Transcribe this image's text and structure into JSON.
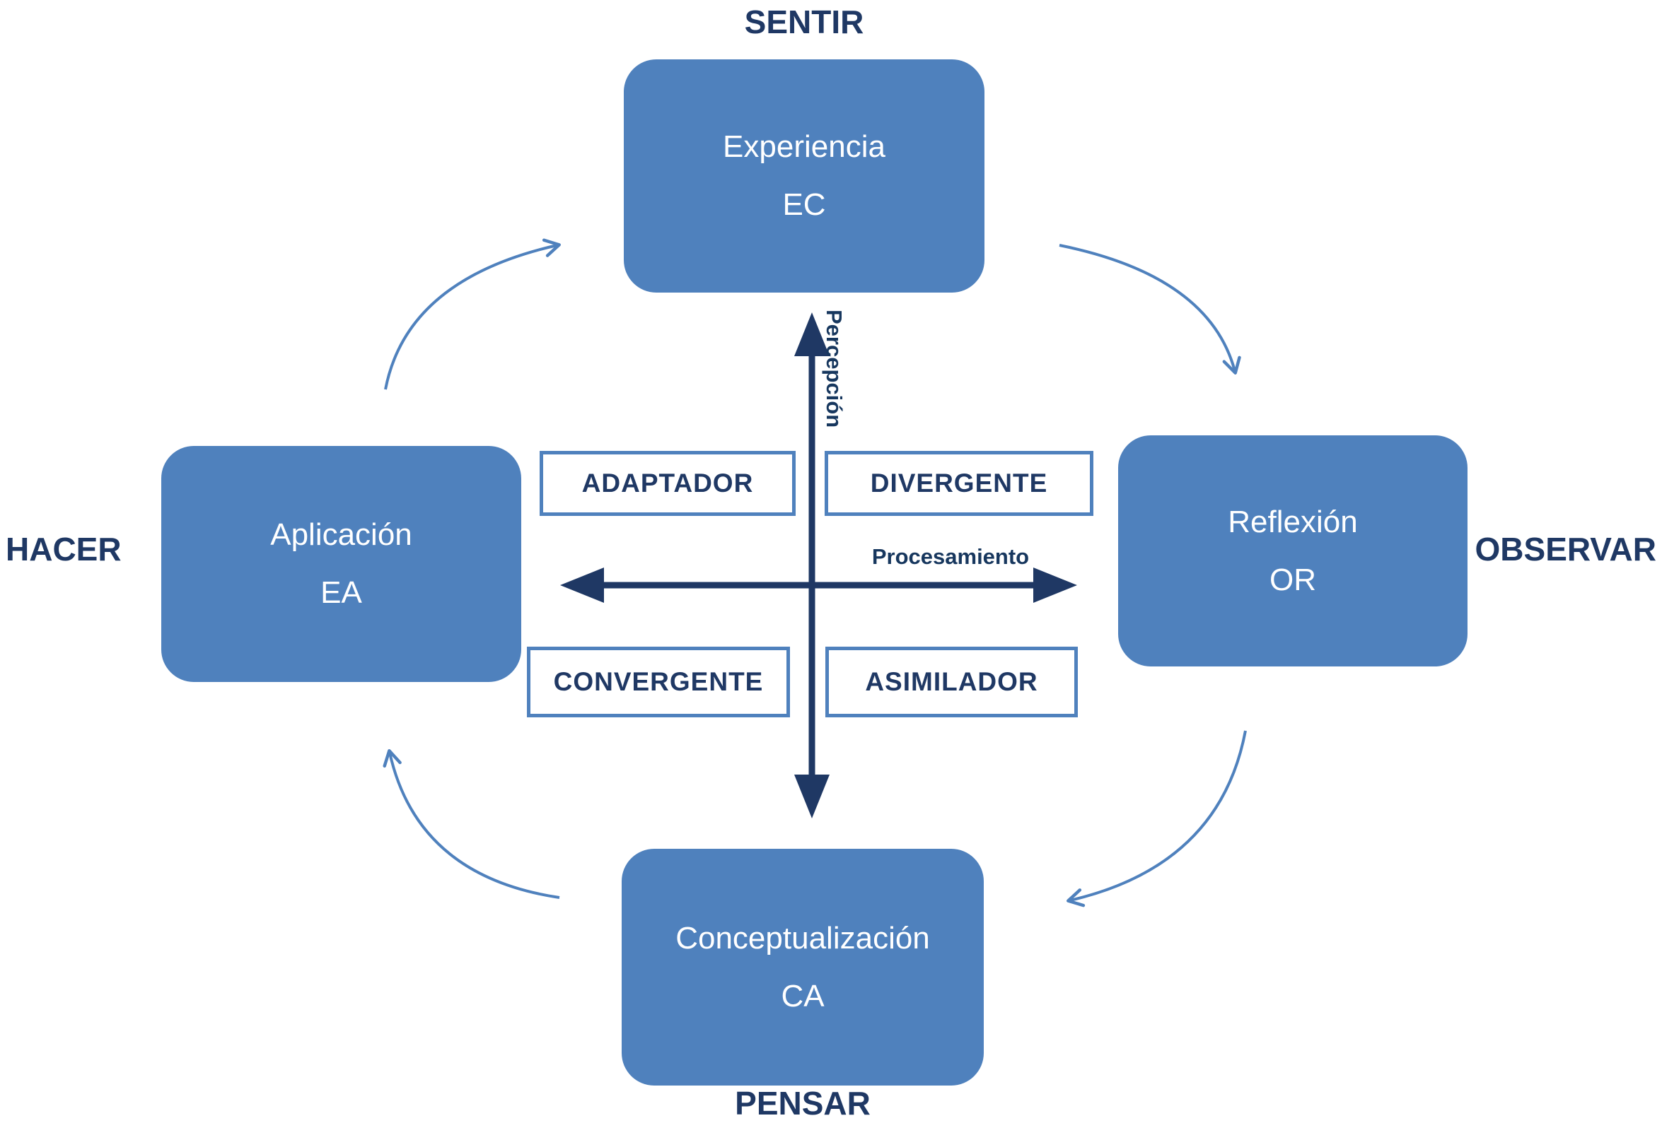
{
  "diagram": {
    "outer_labels": {
      "top": "SENTIR",
      "right": "OBSERVAR",
      "bottom": "PENSAR",
      "left": "HACER"
    },
    "nodes": {
      "top": {
        "title": "Experiencia",
        "code": "EC"
      },
      "right": {
        "title": "Reflexión",
        "code": "OR"
      },
      "bottom": {
        "title": "Conceptualización",
        "code": "CA"
      },
      "left": {
        "title": "Aplicación",
        "code": "EA"
      }
    },
    "axes": {
      "vertical_label": "Percepción",
      "horizontal_label": "Procesamiento"
    },
    "quadrants": {
      "top_left": "ADAPTADOR",
      "top_right": "DIVERGENTE",
      "bottom_left": "CONVERGENTE",
      "bottom_right": "ASIMILADOR"
    },
    "colors": {
      "node_fill": "#4f81bd",
      "node_text": "#ffffff",
      "outer_label_text": "#1f3864",
      "axis_arrow": "#1f3864",
      "axis_label_text": "#17375e",
      "quadrant_border": "#4f81bd",
      "quadrant_text": "#1f3864",
      "cycle_arrow": "#4f81bd",
      "background": "#ffffff"
    }
  }
}
